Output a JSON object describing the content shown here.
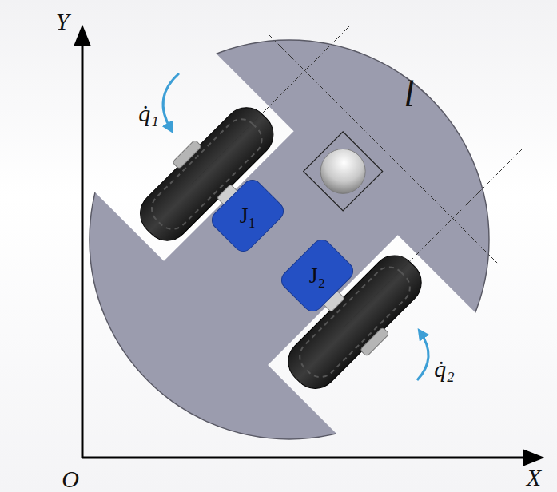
{
  "diagram": {
    "nodes": [
      {
        "text": [
          "J₁"
        ]
      },
      {
        "text": [
          "J₂"
        ]
      }
    ],
    "edges": [],
    "labels": [
      "Y",
      "O",
      "X",
      "q̇₁",
      "q̇₂",
      "l"
    ]
  }
}
